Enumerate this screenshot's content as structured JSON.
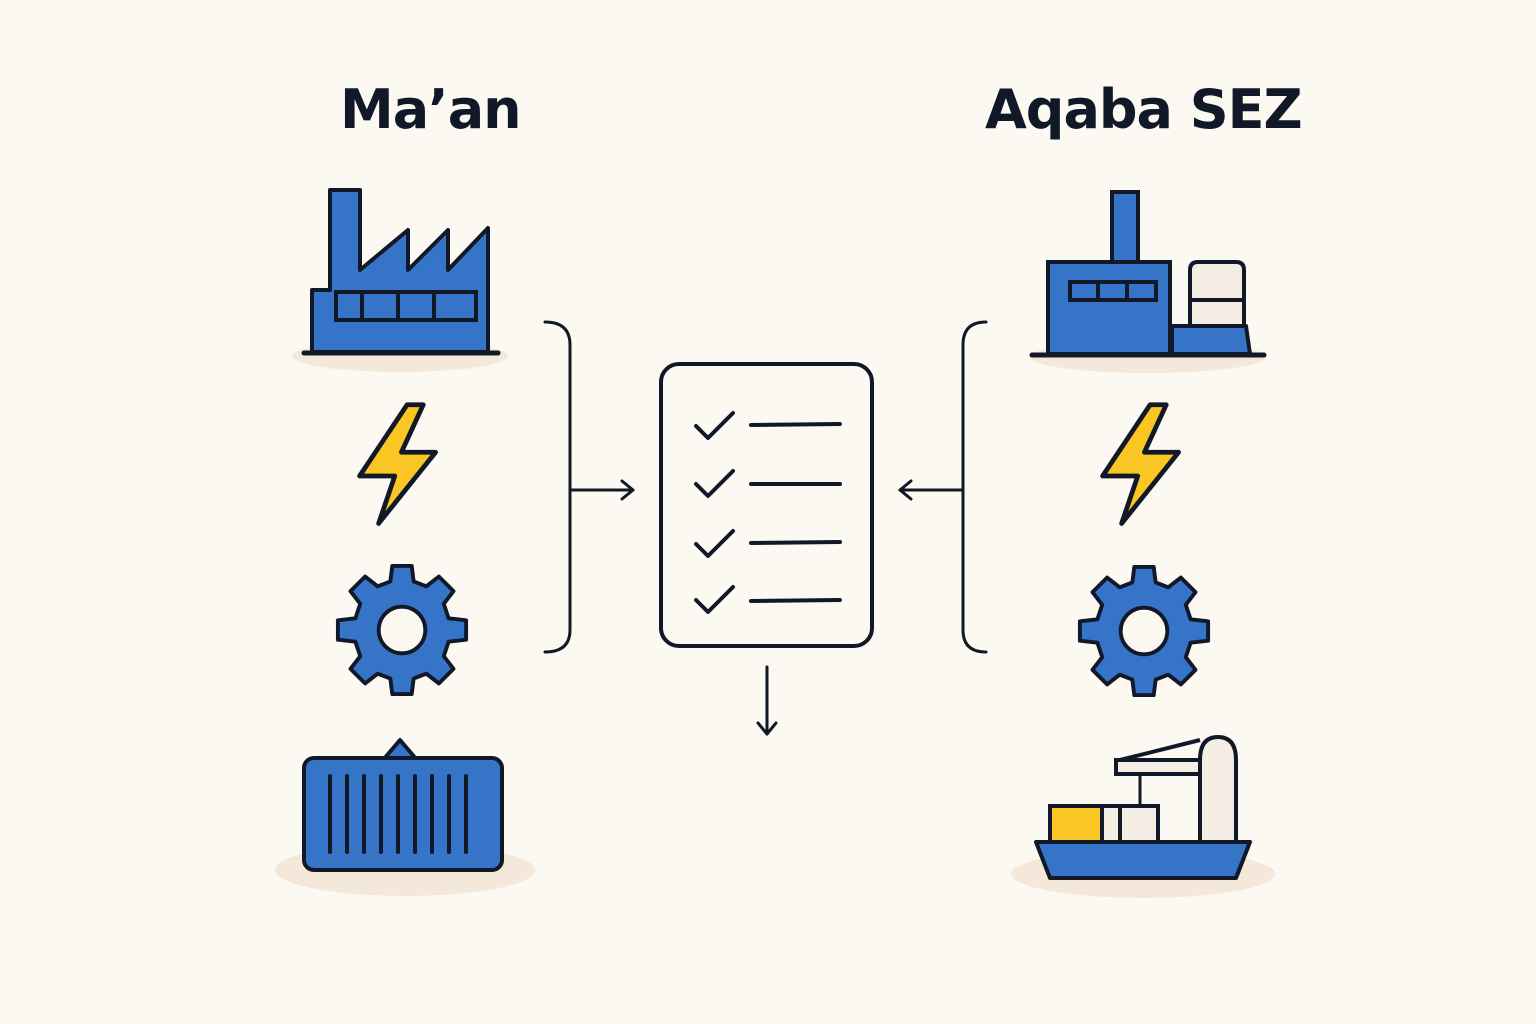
{
  "left_column": {
    "title": "Ma’an",
    "icons": [
      "factory-icon",
      "lightning-bolt-icon",
      "gear-icon",
      "shipping-container-icon"
    ]
  },
  "right_column": {
    "title": "Aqaba SEZ",
    "icons": [
      "port-factory-icon",
      "lightning-bolt-icon",
      "gear-icon",
      "cargo-ship-icon"
    ]
  },
  "center": {
    "icon": "checklist-icon",
    "checklist_items": 4
  },
  "colors": {
    "background": "#fcf9f3",
    "blue": "#3674c8",
    "yellow": "#f9c623",
    "outline": "#111827",
    "shadow": "#f3e8da"
  }
}
